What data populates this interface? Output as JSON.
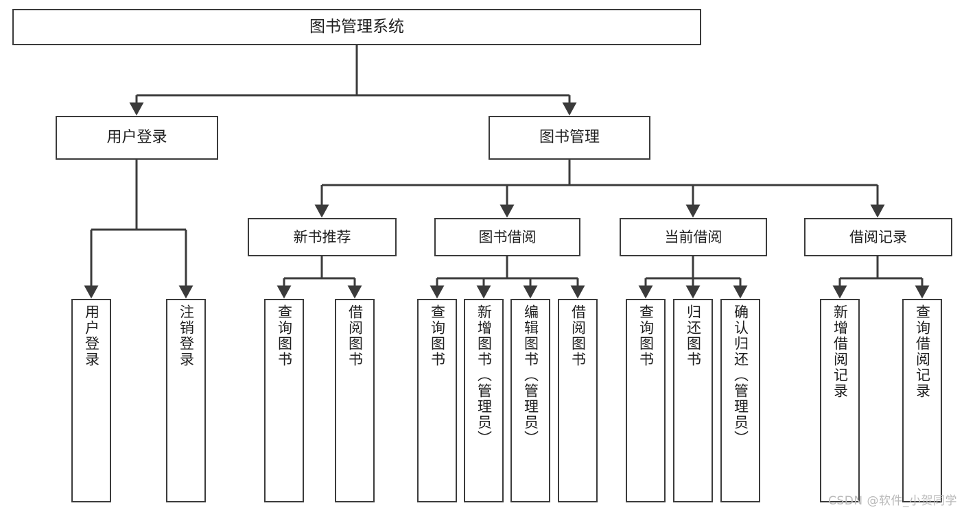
{
  "diagram": {
    "title": "图书管理系统",
    "watermark": "CSDN @软件_小贺同学",
    "stroke_color": "#3b3b3b",
    "text_color": "#1f1f1f",
    "background_color": "#ffffff",
    "watermark_color": "#b9b9b9",
    "nodes": {
      "root": {
        "label": "图书管理系统"
      },
      "level2": [
        {
          "id": "user-login",
          "label": "用户登录"
        },
        {
          "id": "book-manage",
          "label": "图书管理"
        }
      ],
      "level3": [
        {
          "id": "new-book-recommend",
          "label": "新书推荐"
        },
        {
          "id": "book-borrow",
          "label": "图书借阅"
        },
        {
          "id": "current-borrow",
          "label": "当前借阅"
        },
        {
          "id": "borrow-record",
          "label": "借阅记录"
        }
      ],
      "leaves": {
        "user-login": [
          {
            "id": "leaf-user-login",
            "label": "用户登录"
          },
          {
            "id": "leaf-logout-login",
            "label": "注销登录"
          }
        ],
        "new-book-recommend": [
          {
            "id": "leaf-query-book-1",
            "label": "查询图书"
          },
          {
            "id": "leaf-borrow-book-1",
            "label": "借阅图书"
          }
        ],
        "book-borrow": [
          {
            "id": "leaf-query-book-2",
            "label": "查询图书"
          },
          {
            "id": "leaf-add-book",
            "label": "新增图书（管理员）"
          },
          {
            "id": "leaf-edit-book",
            "label": "编辑图书（管理员）"
          },
          {
            "id": "leaf-borrow-book-2",
            "label": "借阅图书"
          }
        ],
        "current-borrow": [
          {
            "id": "leaf-query-book-3",
            "label": "查询图书"
          },
          {
            "id": "leaf-return-book",
            "label": "归还图书"
          },
          {
            "id": "leaf-confirm-return",
            "label": "确认归还（管理员）"
          }
        ],
        "borrow-record": [
          {
            "id": "leaf-add-record",
            "label": "新增借阅记录"
          },
          {
            "id": "leaf-query-record",
            "label": "查询借阅记录"
          }
        ]
      }
    }
  }
}
